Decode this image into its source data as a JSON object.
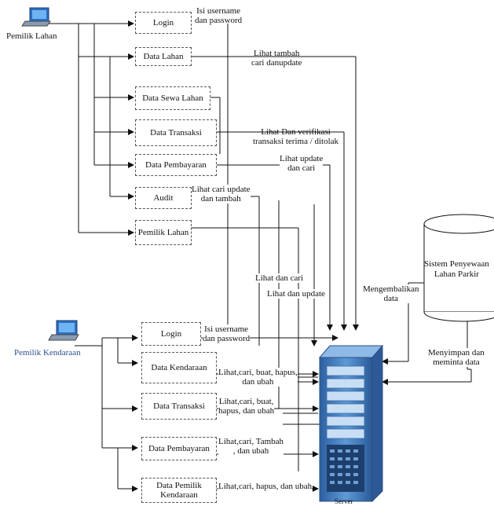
{
  "actors": {
    "owner_land": "Pemilik Lahan",
    "owner_vehicle": "Pemilik Kendaraan"
  },
  "top_boxes": {
    "login": "Login",
    "data_lahan": "Data Lahan",
    "data_sewa_lahan": "Data Sewa Lahan",
    "data_transaksi": "Data Transaksi",
    "data_pembayaran": "Data Pembayaran",
    "audit": "Audit",
    "pemilik_lahan": "Pemilik Lahan"
  },
  "top_labels": {
    "login": "Isi username\ndan password",
    "data_lahan": "Lihat tambah\ncari danupdate",
    "data_transaksi": "Lihat Dan verifikasi\ntransaksi terima / ditolak",
    "data_pembayaran": "Lihat update\ndan cari",
    "audit": "Lihat cari update\ndan tambah",
    "lihat_cari": "Lihat dan cari",
    "lihat_update": "Lihat dan update"
  },
  "bottom_boxes": {
    "login": "Login",
    "data_kendaraan": "Data Kendaraan",
    "data_transaksi": "Data Transaksi",
    "data_pembayaran": "Data Pembayaran",
    "data_pemilik_kendaraan": "Data Pemilik Kendaraan"
  },
  "bottom_labels": {
    "login": "Isi username\ndan password",
    "data_kendaraan": "Lihat,cari, buat, hapus,\ndan ubah",
    "data_transaksi": "Lihat,cari, buat,\nhapus, dan ubah",
    "data_pembayaran": "Lihat,cari, Tambah\n, dan ubah",
    "data_pemilik_kendaraan": "Lihat,cari, hapus, dan ubah"
  },
  "database": {
    "name": "Sistem Penyewaan\nLahan Parkir",
    "return_label": "Mengembalikan\ndata",
    "store_label": "Menyimpan dan\nmeminta data"
  },
  "server": {
    "label": "Server"
  },
  "colors": {
    "server_blue": "#4a86c8",
    "actor_blue": "#2b4f8f"
  }
}
